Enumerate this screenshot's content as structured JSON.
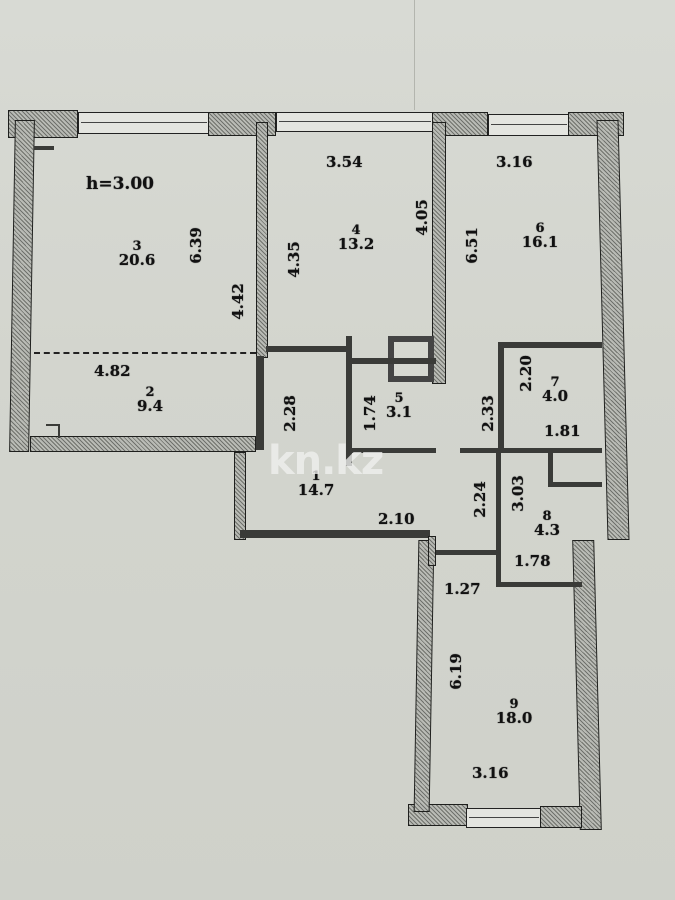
{
  "plan": {
    "ceiling_height": "h=3.00",
    "watermark": "kn.kz",
    "colors": {
      "background": "#d6d8d1",
      "wall": "#1e1f1d",
      "text": "#111111"
    },
    "rooms": [
      {
        "number": "3",
        "area": "20.6",
        "dims": [
          "6.39",
          "4.42"
        ]
      },
      {
        "number": "2",
        "area": "9.4",
        "dims": [
          "4.82"
        ]
      },
      {
        "number": "4",
        "area": "13.2",
        "dims": [
          "3.54",
          "4.35",
          "4.05"
        ]
      },
      {
        "number": "5",
        "area": "3.1",
        "dims": [
          "1.74"
        ]
      },
      {
        "number": "1",
        "area": "14.7",
        "dims": [
          "2.28",
          "2.10",
          "2.24"
        ]
      },
      {
        "number": "6",
        "area": "16.1",
        "dims": [
          "3.16",
          "6.51"
        ]
      },
      {
        "number": "7",
        "area": "4.0",
        "dims": [
          "2.20",
          "1.81",
          "2.33"
        ]
      },
      {
        "number": "8",
        "area": "4.3",
        "dims": [
          "3.03",
          "1.78"
        ]
      },
      {
        "number": "9",
        "area": "18.0",
        "dims": [
          "1.27",
          "6.19",
          "3.16"
        ]
      }
    ]
  }
}
